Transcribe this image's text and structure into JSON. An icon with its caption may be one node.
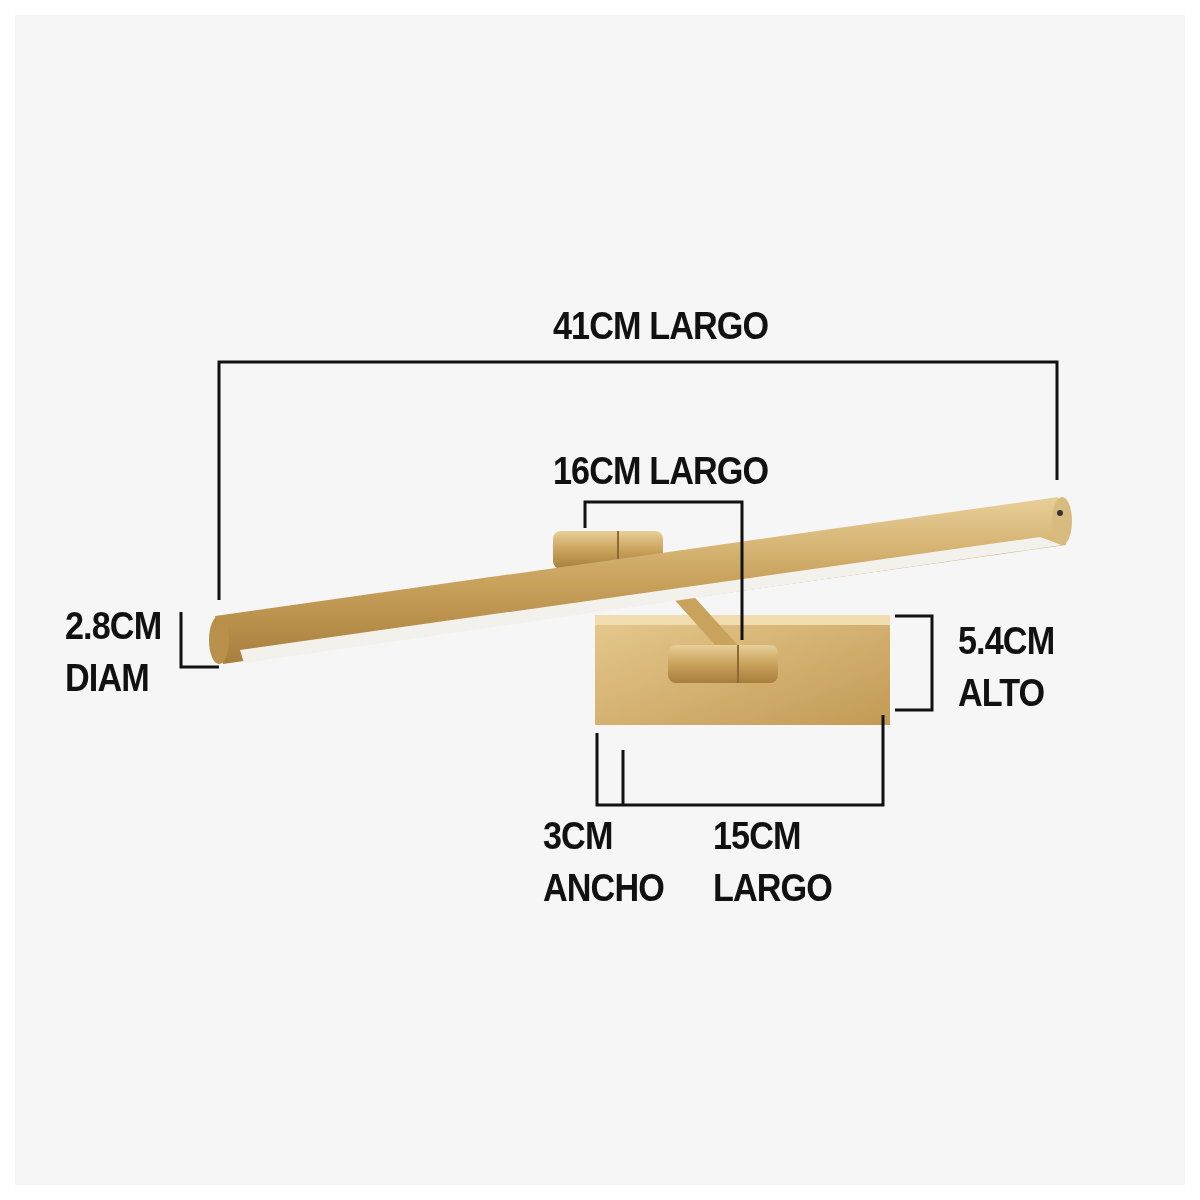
{
  "diagram": {
    "labels": [
      "41CM LARGO",
      "16CM LARGO",
      "2.8CM DIAM",
      "5.4CM ALTO",
      "3CM ANCHO",
      "15CM LARGO"
    ]
  }
}
